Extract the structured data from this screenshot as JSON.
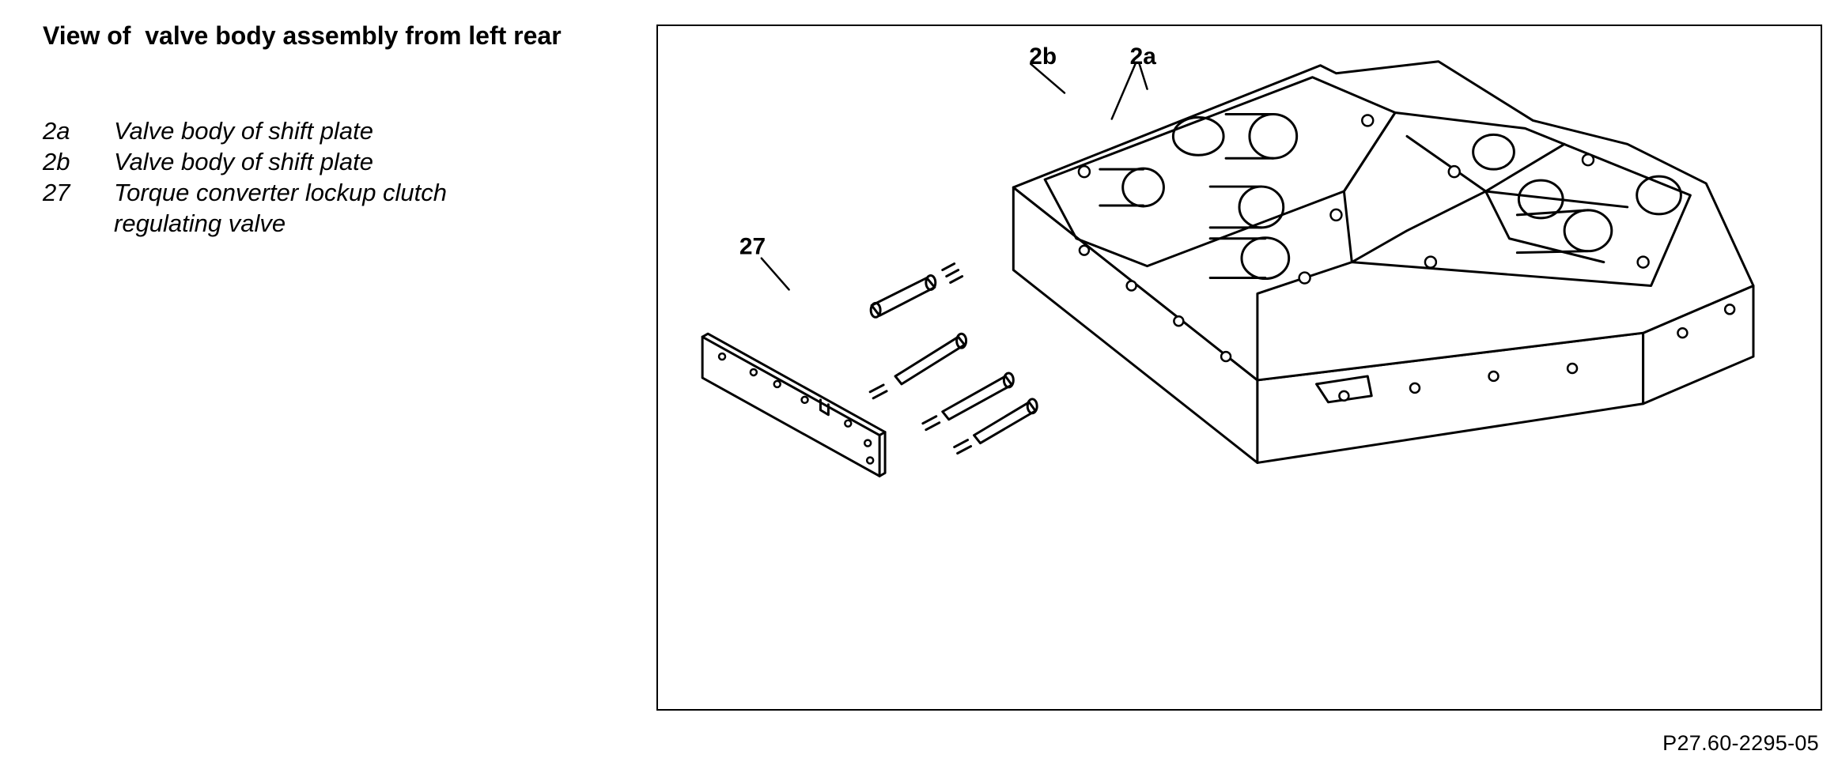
{
  "title": "View of  valve body assembly from left rear",
  "legend": [
    {
      "code": "2a",
      "text": "Valve body of shift plate"
    },
    {
      "code": "2b",
      "text": "Valve body of shift plate"
    },
    {
      "code": "27",
      "text": "Torque converter lockup clutch regulating valve"
    }
  ],
  "figure": {
    "callouts": {
      "c2a": "2a",
      "c2b": "2b",
      "c27": "27"
    },
    "reference": "P27.60-2295-05"
  }
}
